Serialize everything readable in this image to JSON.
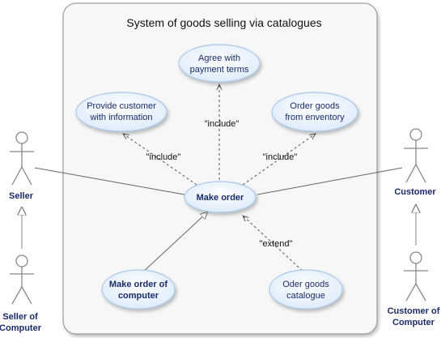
{
  "system": {
    "title": "System of goods selling via catalogues"
  },
  "use_cases": {
    "agree_line1": "Agree with",
    "agree_line2": "payment terms",
    "provide_line1": "Provide customer",
    "provide_line2": "with information",
    "order_goods_line1": "Order goods",
    "order_goods_line2": "from enventory",
    "make_order": "Make order",
    "make_order_computer_line1": "Make order of",
    "make_order_computer_line2": "computer",
    "oder_catalogue_line1": "Oder goods",
    "oder_catalogue_line2": "catalogue"
  },
  "actors": {
    "seller": "Seller",
    "seller_of_computer_line1": "Seller of",
    "seller_of_computer_line2": "Computer",
    "customer": "Customer",
    "customer_of_computer_line1": "Customer of",
    "customer_of_computer_line2": "Computer"
  },
  "relations": {
    "include_top": "\"include\"",
    "include_left": "\"include\"",
    "include_right": "\"include\"",
    "extend": "\"extend\""
  },
  "colors": {
    "use_case_fill": "#eaf3fd",
    "use_case_stroke": "#a9c8ea",
    "system_fill": "#f7f7f7",
    "system_stroke": "#8a8a8a",
    "label_text": "#1a2b6b"
  }
}
